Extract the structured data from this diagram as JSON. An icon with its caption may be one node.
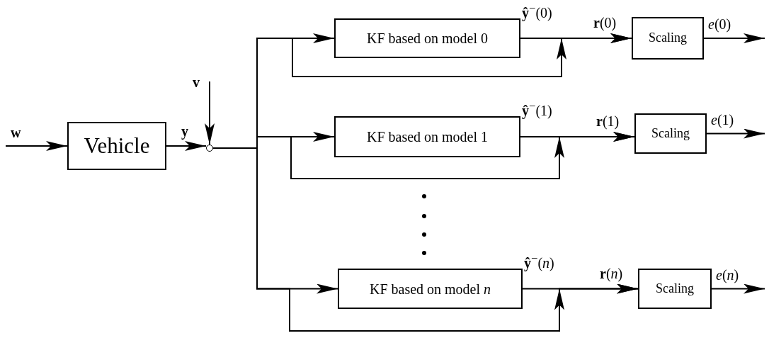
{
  "diagram": {
    "nodes": [
      {
        "text": [
          "Vehicle"
        ]
      },
      {
        "text": [],
        "shape": "circle"
      },
      {
        "text": [
          "KF based on model 0"
        ],
        "beside": [
          "**ŷ**$^{−}$(0)"
        ]
      },
      {
        "text": [
          "Scaling"
        ]
      },
      {
        "text": [
          "KF based on model 1"
        ],
        "beside": [
          "**ŷ**$^{−}$(1)"
        ]
      },
      {
        "text": [
          "Scaling"
        ]
      },
      {
        "text": [
          "KF based on model *n*"
        ],
        "beside": [
          "**ŷ**$^{−}$(*n*)"
        ]
      },
      {
        "text": [
          "Scaling"
        ]
      }
    ],
    "edges": [
      {
        "from": null,
        "to": 0,
        "arrow": "to",
        "label": "w"
      },
      {
        "from": 0,
        "to": 1,
        "arrow": "to",
        "label": "y"
      },
      {
        "from": null,
        "to": 1,
        "arrow": "to",
        "label": "v"
      },
      {
        "from": 1,
        "to": 2,
        "arrow": "to"
      },
      {
        "from": 1,
        "to": 4,
        "arrow": "to"
      },
      {
        "from": 1,
        "to": 6,
        "arrow": "to"
      },
      {
        "from": 1,
        "to": 3,
        "arrow": "to"
      },
      {
        "from": 1,
        "to": 5,
        "arrow": "to"
      },
      {
        "from": 1,
        "to": 7,
        "arrow": "to"
      },
      {
        "from": 2,
        "to": 3,
        "arrow": "to",
        "label": "**r**(0)"
      },
      {
        "from": 4,
        "to": 5,
        "arrow": "to",
        "label": "**r**(1)"
      },
      {
        "from": 6,
        "to": 7,
        "arrow": "to",
        "label": "**r**(*n*)"
      },
      {
        "from": 3,
        "to": null,
        "arrow": "to",
        "label": "*e*(0)"
      },
      {
        "from": 5,
        "to": null,
        "arrow": "to",
        "label": "*e*(1)"
      },
      {
        "from": 7,
        "to": null,
        "arrow": "to",
        "label": "*e*(*n*)"
      }
    ]
  }
}
